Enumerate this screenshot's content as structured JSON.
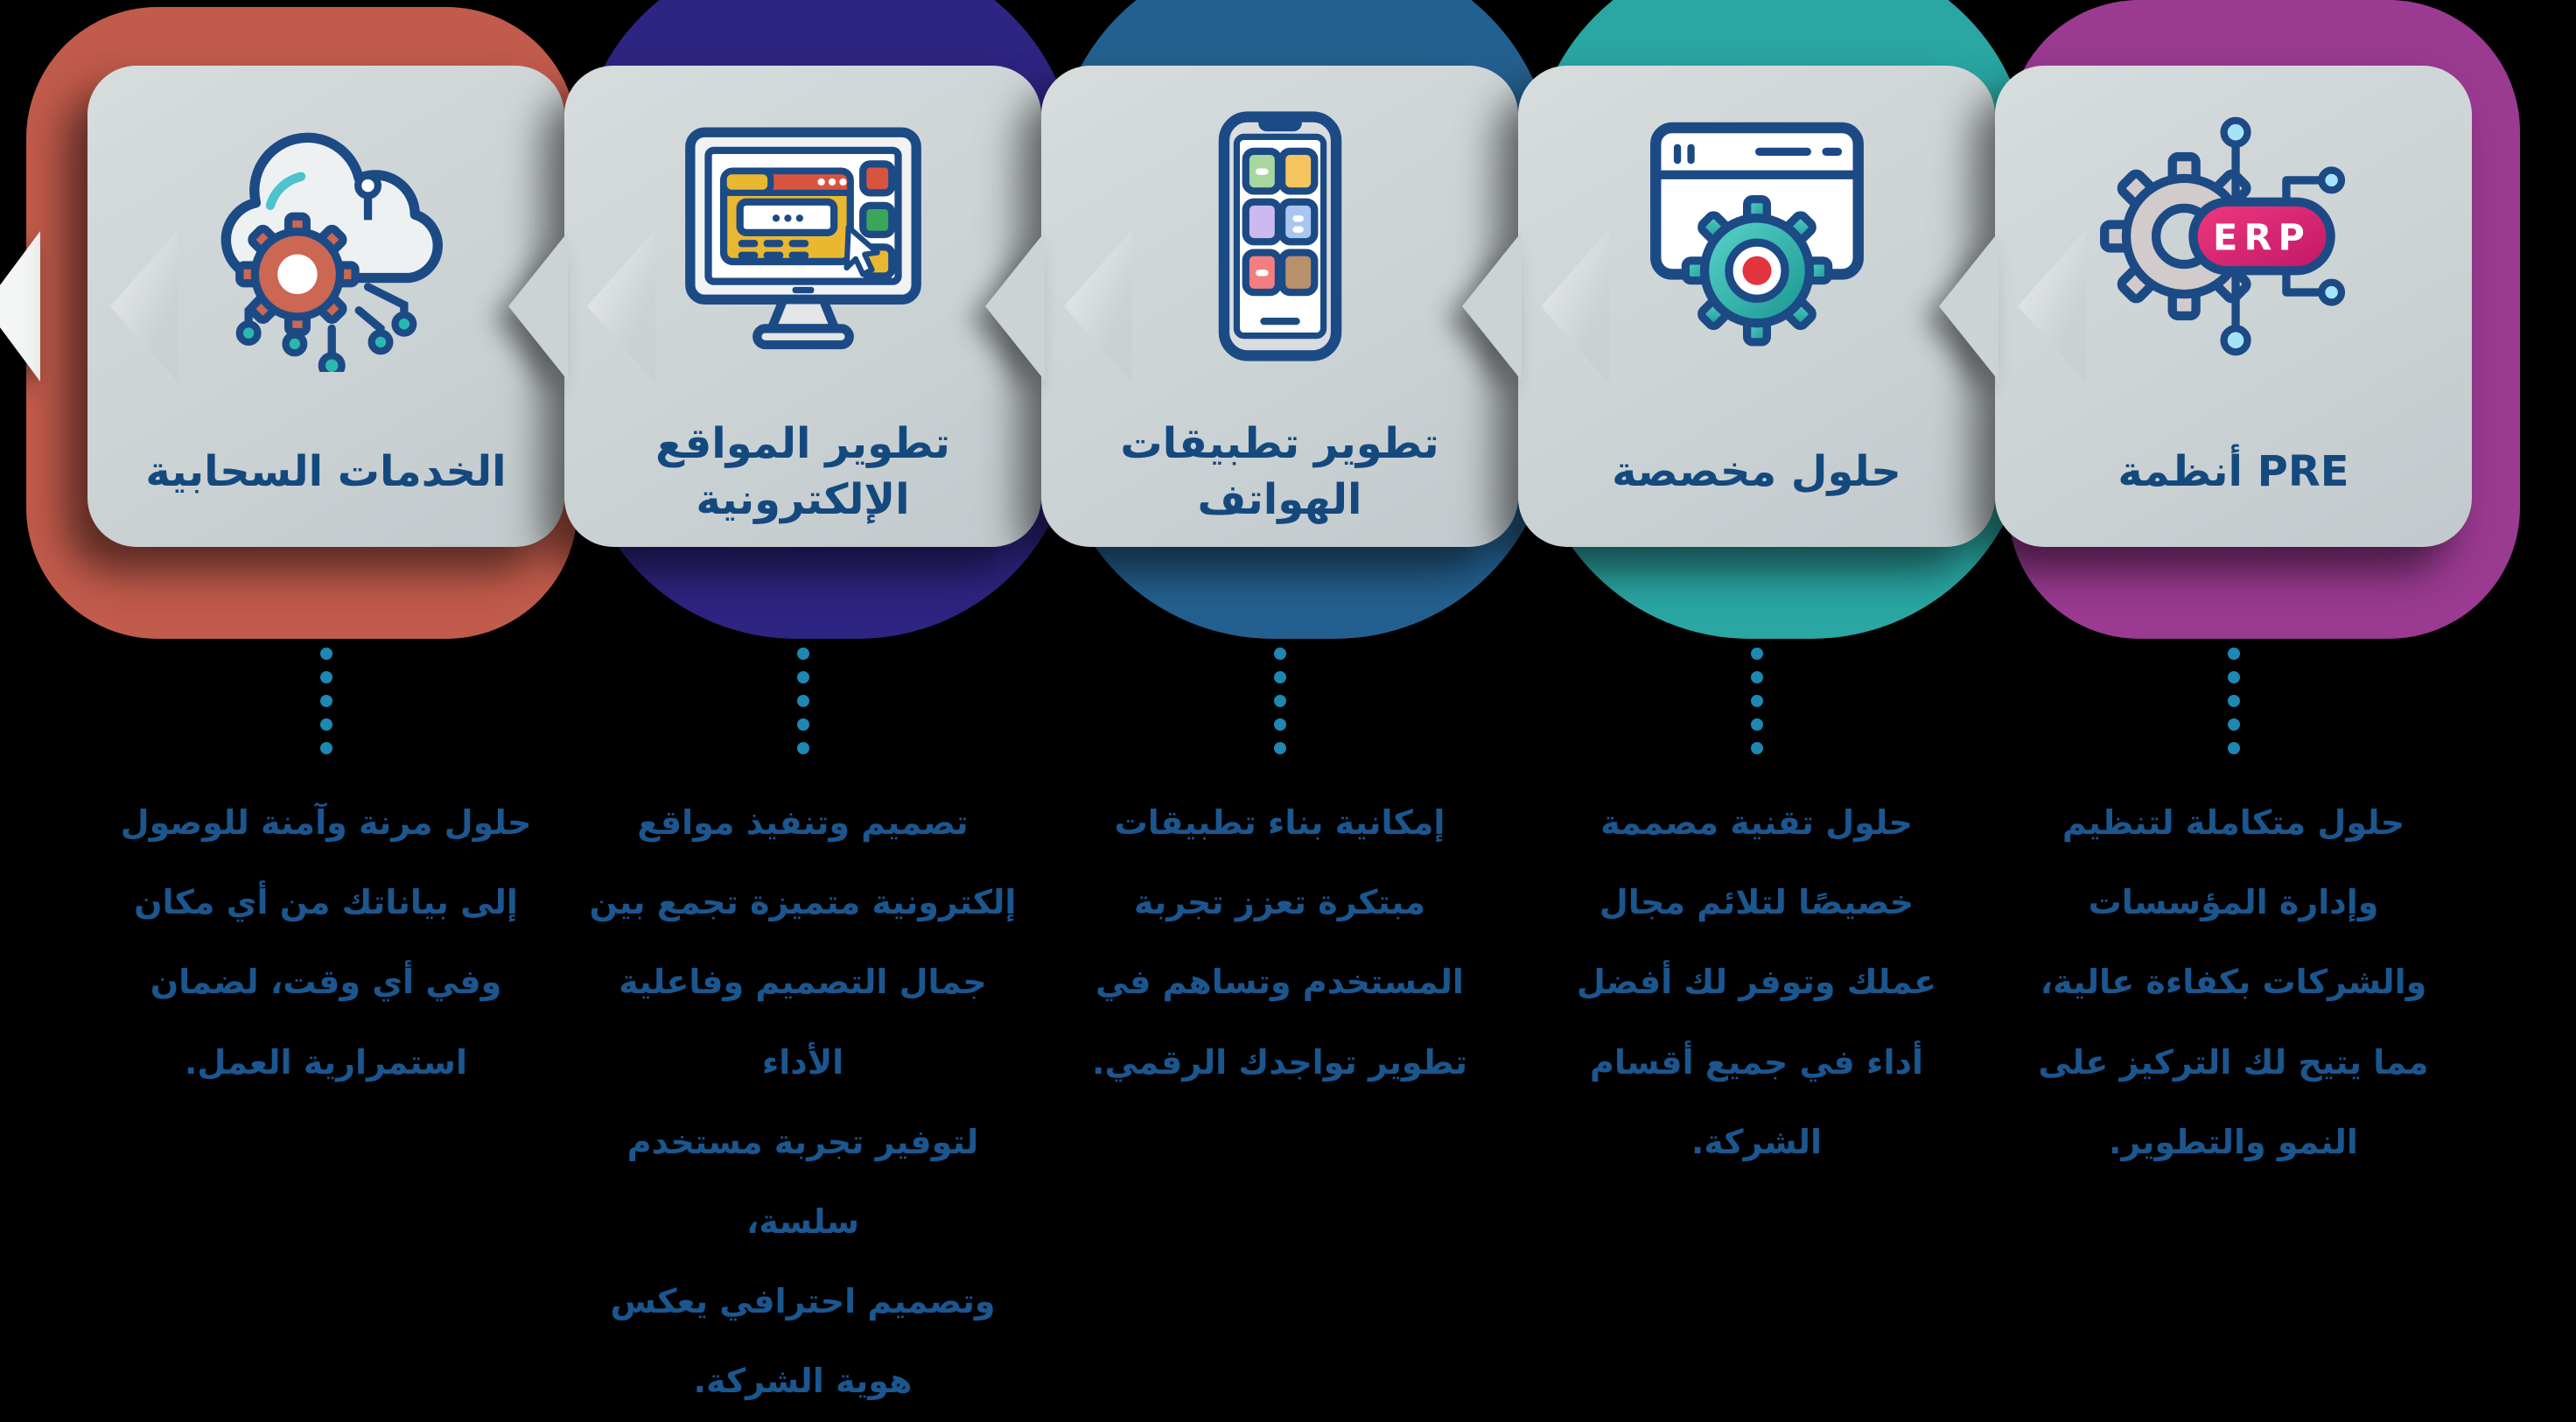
{
  "page": {
    "background": "#000000"
  },
  "palette": {
    "card_surface": "#ccd3d5",
    "title_color": "#14497e",
    "description_color": "#1b568f",
    "connector_dot": "#1e87b2",
    "icon_outline": "#1c4a85"
  },
  "cards": [
    {
      "name": "cloud-services",
      "accent": "#c15b4b",
      "icon": "cloud-gear-network-icon",
      "title": "الخدمات السحابية",
      "description": "حلول مرنة وآمنة للوصول\nإلى بياناتك من أي مكان\nوفي أي وقت، لضمان\nاستمرارية العمل."
    },
    {
      "name": "website-development",
      "accent": "#2e2481",
      "icon": "website-design-monitor-icon",
      "title": "تطوير المواقع\nالإلكترونية",
      "description": "تصميم وتنفيذ مواقع\nإلكترونية متميزة تجمع بين\nجمال التصميم وفاعلية الأداء\nلتوفير تجربة مستخدم سلسة،\nوتصميم احترافي يعكس\nهوية الشركة."
    },
    {
      "name": "mobile-app-development",
      "accent": "#24608f",
      "icon": "smartphone-apps-icon",
      "title": "تطوير تطبيقات\nالهواتف",
      "description": "إمكانية بناء تطبيقات\nمبتكرة تعزز تجربة\nالمستخدم وتساهم في\nتطوير تواجدك الرقمي."
    },
    {
      "name": "custom-solutions",
      "accent": "#2aa6a3",
      "icon": "browser-gear-icon",
      "title": "حلول مخصصة",
      "description": "حلول تقنية مصممة\nخصيصًا لتلائم مجال\nعملك وتوفر لك أفضل\nأداء في جميع أقسام\nالشركة."
    },
    {
      "name": "erp-systems",
      "accent": "#9a3a91",
      "icon": "erp-gear-icon",
      "icon_label": "ERP",
      "title": "PRE أنظمة",
      "description": "حلول متكاملة لتنظيم\nوإدارة المؤسسات\nوالشركات بكفاءة عالية،\nمما يتيح لك التركيز على\nالنمو والتطوير."
    }
  ]
}
